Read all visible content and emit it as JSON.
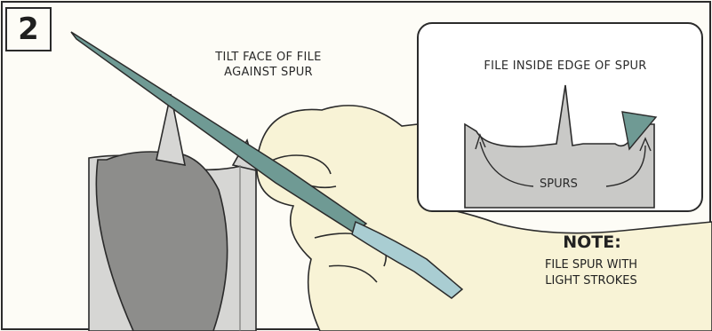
{
  "step": {
    "number": "2"
  },
  "captions": {
    "tilt_line1": "TILT FACE OF FILE",
    "tilt_line2": "AGAINST SPUR",
    "inset_title": "FILE INSIDE EDGE OF SPUR",
    "spurs_label": "SPURS"
  },
  "note": {
    "title": "NOTE:",
    "line1": "FILE SPUR WITH",
    "line2": "LIGHT STROKES"
  },
  "colors": {
    "file": "#6f9a94",
    "file_handle": "#a9cdd2",
    "bit": "#d6d6d4",
    "bit_shadow": "#8d8d8b",
    "skin": "#f8f3d6",
    "outline": "#2b2b2b"
  }
}
